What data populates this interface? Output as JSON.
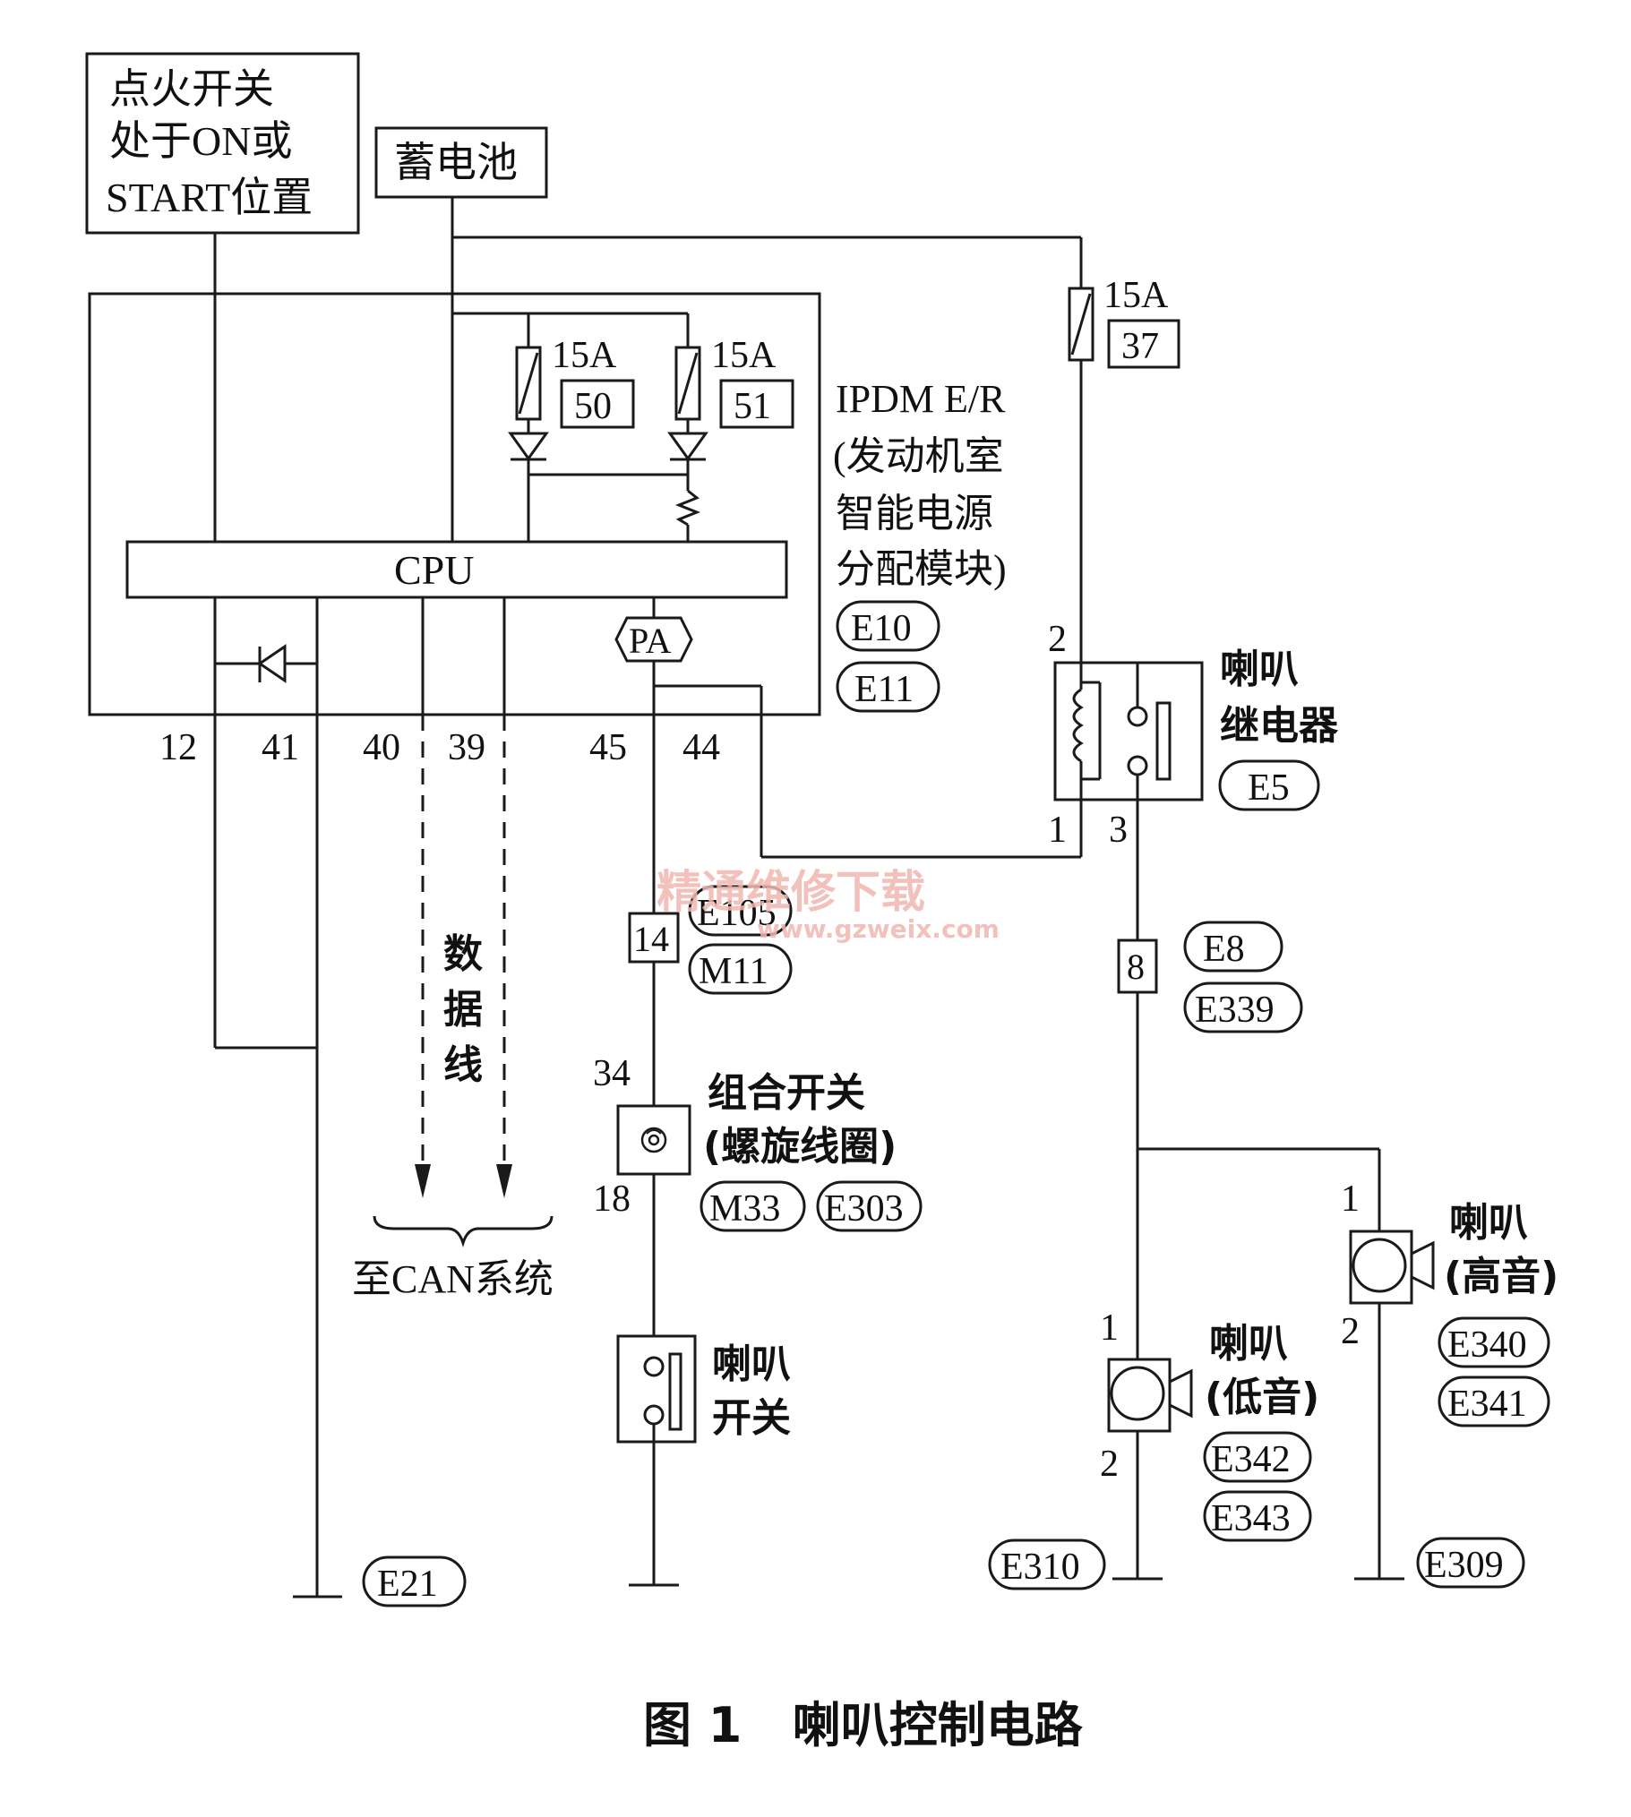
{
  "ignition": {
    "line1": "点火开关",
    "line2": "处于ON或",
    "line3": "START位置"
  },
  "battery": {
    "label": "蓄电池"
  },
  "cpu": {
    "label": "CPU"
  },
  "pa": {
    "label": "PA"
  },
  "ipdm": {
    "name": "IPDM E/R",
    "desc1": "(发动机室",
    "desc2": "智能电源",
    "desc3": "分配模块)",
    "conn1": "E10",
    "conn2": "E11"
  },
  "fuses": [
    {
      "rating": "15A",
      "number": "50"
    },
    {
      "rating": "15A",
      "number": "51"
    },
    {
      "rating": "15A",
      "number": "37"
    }
  ],
  "pins": {
    "p12": "12",
    "p41": "41",
    "p40": "40",
    "p39": "39",
    "p45": "45",
    "p44": "44",
    "relay2": "2",
    "relay1": "1",
    "relay3": "3",
    "p34": "34",
    "p18": "18",
    "low1": "1",
    "low2": "2",
    "high1": "1",
    "high2": "2"
  },
  "relay": {
    "title1": "喇叭",
    "title2": "继电器",
    "conn": "E5"
  },
  "data_line": {
    "c1": "数",
    "c2": "据",
    "c3": "线",
    "dest": "至CAN系统"
  },
  "junction14": {
    "number": "14",
    "conn1": "E105",
    "conn2": "M11"
  },
  "junction8": {
    "number": "8",
    "conn1": "E8",
    "conn2": "E339"
  },
  "combo_switch": {
    "line1": "组合开关",
    "line2": "(螺旋线圈)",
    "conn1": "M33",
    "conn2": "E303"
  },
  "horn_switch": {
    "line1": "喇叭",
    "line2": "开关"
  },
  "horn_low": {
    "line1": "喇叭",
    "line2": "(低音)",
    "conn1": "E342",
    "conn2": "E343"
  },
  "horn_high": {
    "line1": "喇叭",
    "line2": "(高音)",
    "conn1": "E340",
    "conn2": "E341"
  },
  "grounds": {
    "g1": "E21",
    "g2": "E310",
    "g3": "E309"
  },
  "watermark": {
    "cn": "精通维修下载",
    "url": "www.gzweix.com"
  },
  "caption": "图 1   喇叭控制电路"
}
